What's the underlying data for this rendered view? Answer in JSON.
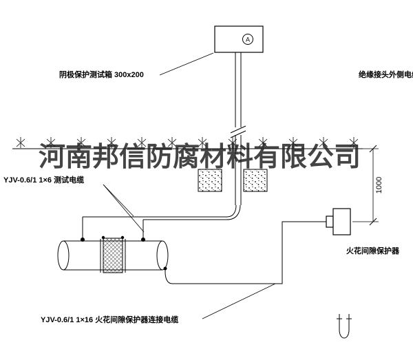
{
  "diagram": {
    "watermark": "河南邦信防腐材料有限公司",
    "labels": {
      "test_box": "阴极保护测试箱 300x200",
      "insulating_joint_cable": "绝缘接头外侧电缆",
      "test_cable": "YJV-0.6/1 1×6  测试电缆",
      "spark_gap_protector": "火花间隙保护器",
      "spark_gap_cable": "YJV-0.6/1 1×16  火花间隙保护器连接电缆",
      "dimension_1000": "1000",
      "box_symbol": "A"
    },
    "colors": {
      "line": "#000000",
      "background": "#ffffff",
      "watermark": "#1c1c1c"
    }
  }
}
